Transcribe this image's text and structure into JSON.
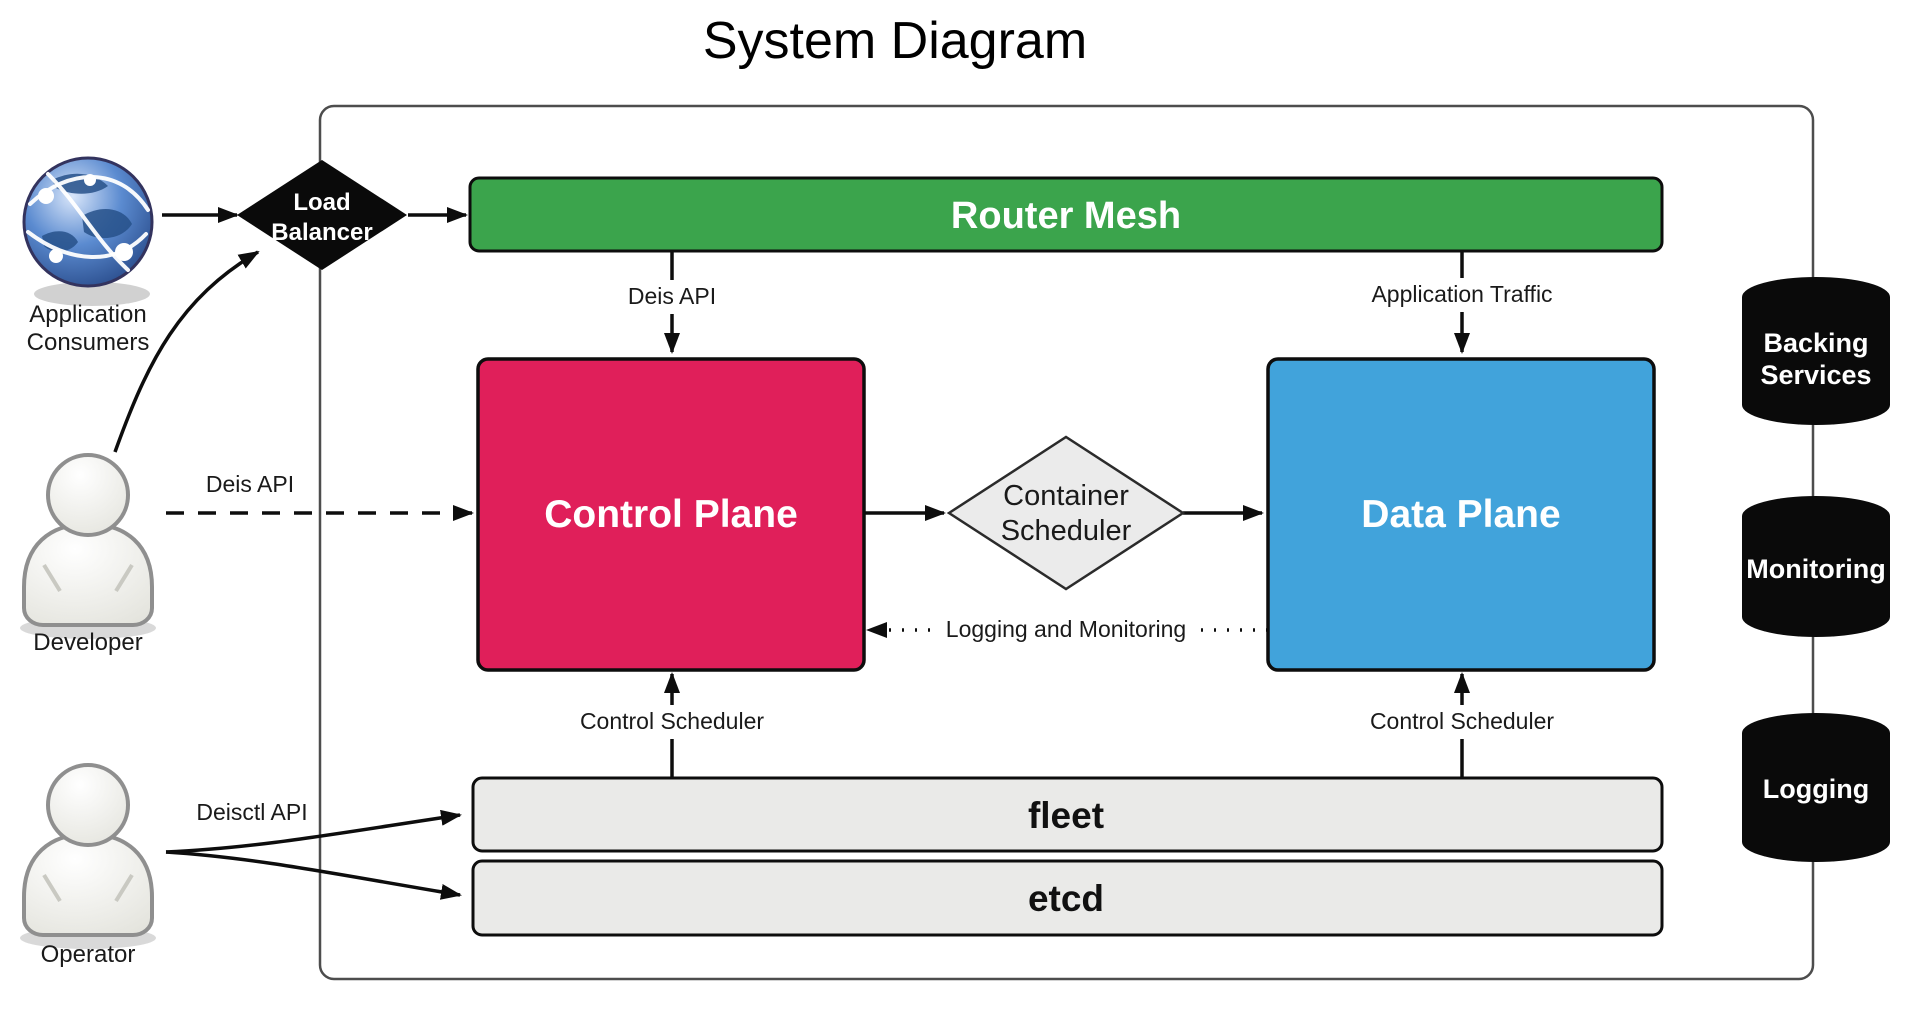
{
  "title": "System Diagram",
  "nodes": {
    "load_balancer_line1": "Load",
    "load_balancer_line2": "Balancer",
    "router_mesh": "Router Mesh",
    "control_plane": "Control Plane",
    "data_plane": "Data Plane",
    "container_scheduler_line1": "Container",
    "container_scheduler_line2": "Scheduler",
    "fleet": "fleet",
    "etcd": "etcd",
    "backing_services_line1": "Backing",
    "backing_services_line2": "Services",
    "monitoring": "Monitoring",
    "logging": "Logging"
  },
  "actors": {
    "application_consumers_line1": "Application",
    "application_consumers_line2": "Consumers",
    "developer": "Developer",
    "operator": "Operator"
  },
  "edges": {
    "deis_api_top": "Deis API",
    "application_traffic": "Application Traffic",
    "deis_api_left": "Deis API",
    "deisctl_api": "Deisctl API",
    "logging_and_monitoring": "Logging and Monitoring",
    "control_scheduler_left": "Control Scheduler",
    "control_scheduler_right": "Control Scheduler"
  },
  "colors": {
    "router_green": "#3BA44C",
    "control_pink": "#E01F5A",
    "data_blue": "#41A3DB",
    "bar_gray": "#EAEAE8",
    "diamond_gray": "#EBEBEB",
    "node_black": "#0A0A0A",
    "outer_border": "#4D4D4D"
  }
}
